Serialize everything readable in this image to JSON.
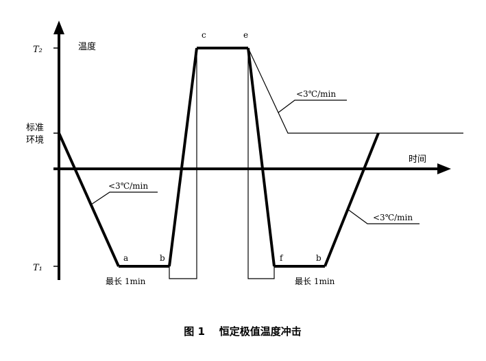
{
  "caption": "图 1    恒定极值温度冲击",
  "axes": {
    "y_label": "温度",
    "x_label": "时间"
  },
  "y_ticks": {
    "t2": "T₂",
    "ambient_line1": "标准",
    "ambient_line2": "环境",
    "t1": "T₁"
  },
  "points": {
    "a": "a",
    "b_left": "b",
    "c": "c",
    "e": "e",
    "f": "f",
    "b_right": "b"
  },
  "annotations": {
    "rate_top": "<3℃/min",
    "rate_left": "<3℃/min",
    "rate_right": "<3℃/min",
    "dwell_left": "最长 1min",
    "dwell_right": "最长 1min"
  },
  "colors": {
    "ink": "#000000",
    "background": "#ffffff"
  }
}
